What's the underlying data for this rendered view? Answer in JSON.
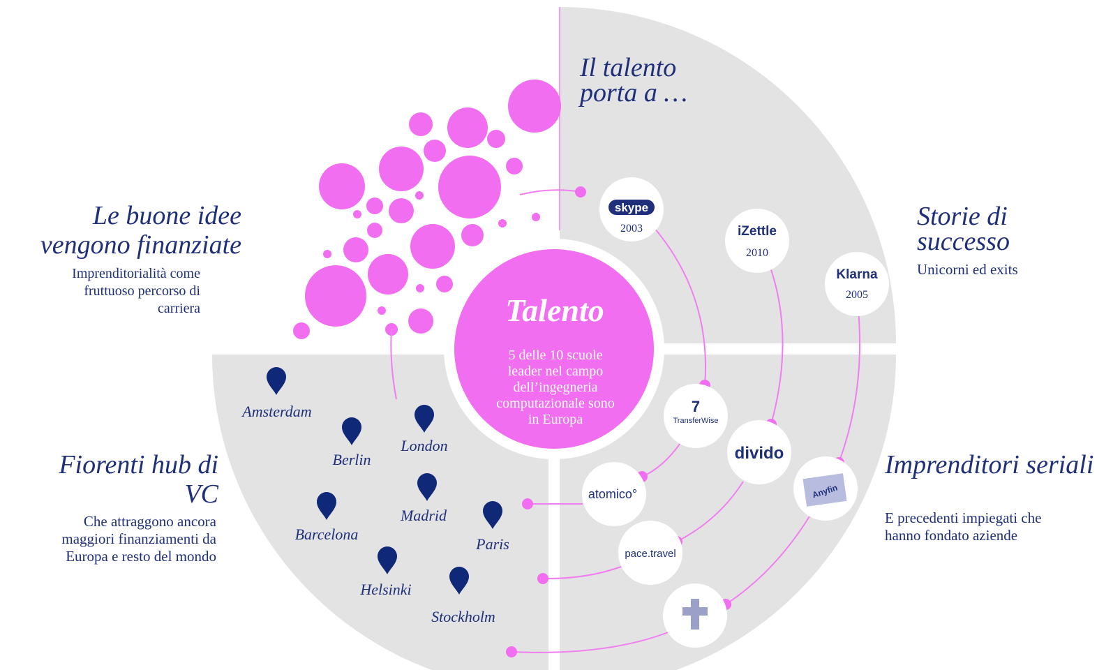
{
  "center": {
    "title": "Talento",
    "subtitle_lines": [
      "5 delle 10 scuole",
      "leader nel campo",
      "dell’ingegneria",
      "computazionale sono",
      "in Europa"
    ]
  },
  "top_right": {
    "title_lines": [
      "Il talento",
      "porta a …"
    ]
  },
  "right_upper": {
    "title_lines": [
      "Storie di",
      "successo"
    ],
    "subtitle": "Unicorni ed exits"
  },
  "right_lower": {
    "title": "Imprenditori seriali",
    "subtitle_lines": [
      "E precedenti impiegati che",
      "hanno fondato aziende"
    ]
  },
  "left_upper": {
    "title_lines": [
      "Le buone idee",
      "vengono finanziate"
    ],
    "subtitle_lines": [
      "Imprenditorialità come",
      "fruttuoso percorso di",
      "carriera"
    ]
  },
  "left_lower": {
    "title_lines": [
      "Fiorenti hub di",
      "VC"
    ],
    "subtitle_lines": [
      "Che attraggono ancora",
      "maggiori finanziamenti da",
      "Europa e resto del mondo"
    ]
  },
  "cities": [
    "Amsterdam",
    "Berlin",
    "London",
    "Barcelona",
    "Madrid",
    "Paris",
    "Helsinki",
    "Stockholm"
  ],
  "companies": {
    "skype": {
      "logo": "skype",
      "year": "2003"
    },
    "izettle": {
      "logo": "iZettle",
      "year": "2010"
    },
    "klarna": {
      "logo": "Klarna",
      "year": "2005"
    },
    "transferwise": {
      "logo": "TransferWise",
      "mark": "7"
    },
    "divido": {
      "logo": "divido"
    },
    "atomico": {
      "logo": "atomico°"
    },
    "anyfin": {
      "logo": "Anyfin"
    },
    "pace": {
      "logo": "pace.travel"
    }
  },
  "colors": {
    "pink": "#f26ef0",
    "line_pink": "#f07ef0",
    "navy": "#1f2f7a",
    "pin": "#0f2878",
    "gray": "#e3e3e3"
  }
}
